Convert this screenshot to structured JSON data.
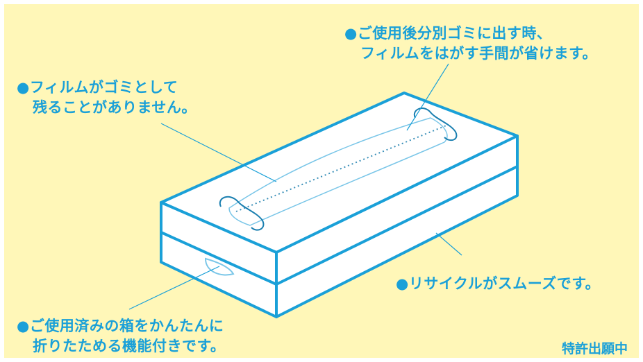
{
  "colors": {
    "background": "#fff7b8",
    "text": "#1aa0d8",
    "box_outline": "#1aa0d8",
    "box_fill": "#ffffff"
  },
  "icons": [
    "tissue-box-illustration",
    "bullet-dot"
  ],
  "notes": {
    "film_not_trash": {
      "line1": "●フィルムがゴミとして",
      "line2": "残ることがありません。"
    },
    "film_peel": {
      "line1": "●ご使用後分別ゴミに出す時、",
      "line2": "フィルムをはがす手間が省けます。"
    },
    "recycle": {
      "line1": "●リサイクルがスムーズです。"
    },
    "fold": {
      "line1": "●ご使用済みの箱をかんたんに",
      "line2": "折りたためる機能付きです。"
    }
  },
  "patent": "特許出願中"
}
